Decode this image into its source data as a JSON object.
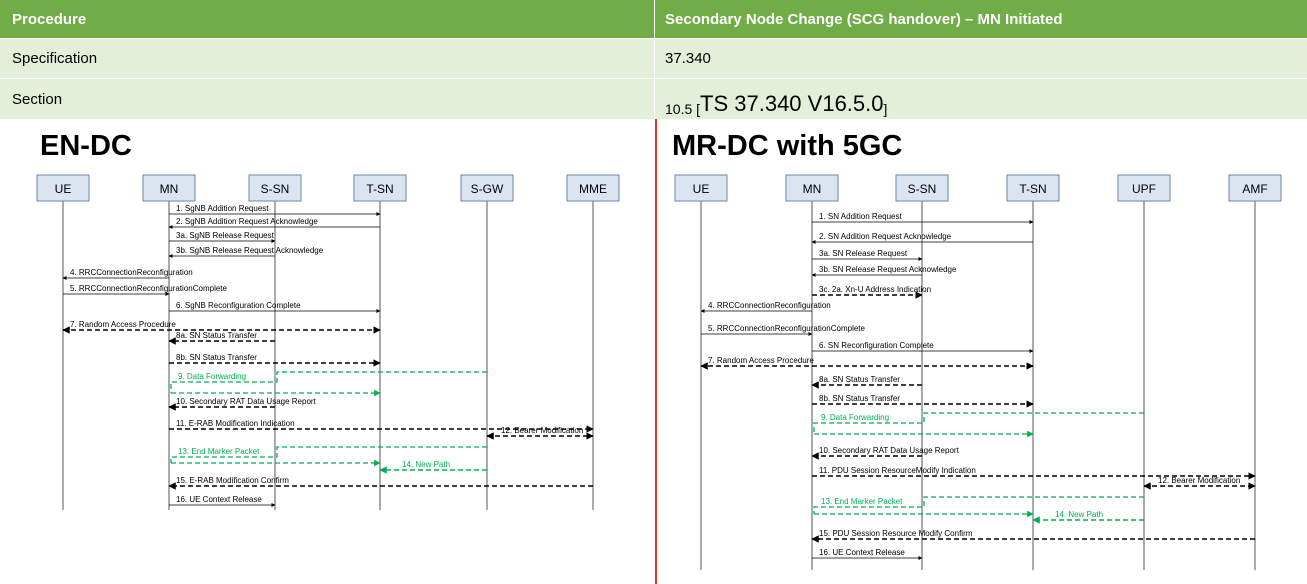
{
  "table": {
    "header": {
      "label": "Procedure",
      "value": "Secondary Node Change (SCG handover) – MN Initiated"
    },
    "specification": {
      "label": "Specification",
      "value": "37.340"
    },
    "section": {
      "label": "Section",
      "value_prefix": "10.5 [",
      "value_main": "TS 37.340 V16.5.0",
      "value_suffix": "]"
    }
  },
  "colors": {
    "header": "#70ad47",
    "row": "#e2efd9",
    "forwarding": "#00b050",
    "divider": "#e03030"
  },
  "diagrams": [
    {
      "title": "EN-DC",
      "entities": [
        "UE",
        "MN",
        "S-SN",
        "T-SN",
        "S-GW",
        "MME"
      ],
      "messages": [
        {
          "label": "1. SgNB Addition Request",
          "from": 1,
          "to": 3,
          "style": "solid"
        },
        {
          "label": "2. SgNB Addition Request Acknowledge",
          "from": 3,
          "to": 1,
          "style": "solid"
        },
        {
          "label": "3a. SgNB Release Request",
          "from": 1,
          "to": 2,
          "style": "solid"
        },
        {
          "label": "3b. SgNB Release Request Acknowledge",
          "from": 2,
          "to": 1,
          "style": "solid"
        },
        {
          "label": "4. RRCConnectionReconfiguration",
          "from": 1,
          "to": 0,
          "style": "solid"
        },
        {
          "label": "5. RRCConnectionReconfigurationComplete",
          "from": 0,
          "to": 1,
          "style": "solid"
        },
        {
          "label": "6. SgNB Reconfiguration Complete",
          "from": 1,
          "to": 3,
          "style": "solid"
        },
        {
          "label": "7. Random Access Procedure",
          "from": 0,
          "to": 3,
          "style": "dashed-both"
        },
        {
          "label": "8a. SN Status Transfer",
          "from": 2,
          "to": 1,
          "style": "dashed"
        },
        {
          "label": "8b. SN Status Transfer",
          "from": 1,
          "to": 3,
          "style": "dashed"
        },
        {
          "label": "9. Data Forwarding",
          "style": "forward"
        },
        {
          "label": "10. Secondary RAT Data Usage Report",
          "from": 2,
          "to": 1,
          "style": "dashed"
        },
        {
          "label": "11. E-RAB Modification Indication",
          "from": 1,
          "to": 5,
          "style": "dashed"
        },
        {
          "label": "12. Bearer Modification",
          "from": 4,
          "to": 5,
          "style": "dashed-both"
        },
        {
          "label": "13. End Marker Packet",
          "style": "forward"
        },
        {
          "label": "14. New Path",
          "from": 4,
          "to": 3,
          "style": "green"
        },
        {
          "label": "15. E-RAB Modification Confirm",
          "from": 5,
          "to": 1,
          "style": "dashed"
        },
        {
          "label": "16. UE Context Release",
          "from": 1,
          "to": 2,
          "style": "solid"
        }
      ]
    },
    {
      "title": "MR-DC with 5GC",
      "entities": [
        "UE",
        "MN",
        "S-SN",
        "T-SN",
        "UPF",
        "AMF"
      ],
      "messages": [
        {
          "label": "1. SN Addition Request",
          "from": 1,
          "to": 3,
          "style": "solid"
        },
        {
          "label": "2. SN Addition Request Acknowledge",
          "from": 3,
          "to": 1,
          "style": "solid"
        },
        {
          "label": "3a. SN Release Request",
          "from": 1,
          "to": 2,
          "style": "solid"
        },
        {
          "label": "3b. SN Release Request Acknowledge",
          "from": 2,
          "to": 1,
          "style": "solid"
        },
        {
          "label": "3c. 2a. Xn-U Address Indication",
          "from": 1,
          "to": 2,
          "style": "dashed"
        },
        {
          "label": "4. RRCConnectionReconfiguration",
          "from": 1,
          "to": 0,
          "style": "solid"
        },
        {
          "label": "5. RRCConnectionReconfigurationComplete",
          "from": 0,
          "to": 1,
          "style": "solid"
        },
        {
          "label": "6. SN Reconfiguration Complete",
          "from": 1,
          "to": 3,
          "style": "solid"
        },
        {
          "label": "7. Random Access Procedure",
          "from": 3,
          "to": 0,
          "style": "dashed-both"
        },
        {
          "label": "8a. SN Status Transfer",
          "from": 2,
          "to": 1,
          "style": "dashed"
        },
        {
          "label": "8b. SN Status Transfer",
          "from": 1,
          "to": 3,
          "style": "dashed"
        },
        {
          "label": "9. Data Forwarding",
          "style": "forward"
        },
        {
          "label": "10. Secondary RAT Data Usage Report",
          "from": 2,
          "to": 1,
          "style": "dashed"
        },
        {
          "label": "11. PDU Session ResourceModify Indication",
          "from": 1,
          "to": 5,
          "style": "dashed"
        },
        {
          "label": "12. Bearer Modification",
          "from": 4,
          "to": 5,
          "style": "dashed-both"
        },
        {
          "label": "13. End Marker Packet",
          "style": "forward"
        },
        {
          "label": "14. New Path",
          "from": 4,
          "to": 3,
          "style": "green"
        },
        {
          "label": "15. PDU Session Resource Modify Confirm",
          "from": 5,
          "to": 1,
          "style": "dashed"
        },
        {
          "label": "16. UE Context Release",
          "from": 1,
          "to": 2,
          "style": "solid"
        }
      ]
    }
  ]
}
